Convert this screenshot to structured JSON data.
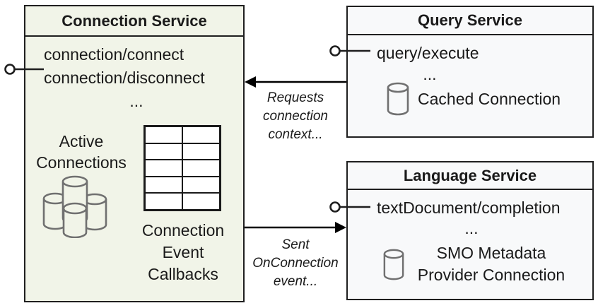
{
  "canvas": {
    "background": "#ffffff",
    "border_color": "#1f1f1f",
    "text_color": "#1a1a1a"
  },
  "connection_service": {
    "title": "Connection Service",
    "fill": "#f1f4e8",
    "methods": [
      "connection/connect",
      "connection/disconnect"
    ],
    "ellipsis": "...",
    "active_connections_label": "Active Connections",
    "callbacks_label": "Connection Event Callbacks",
    "grid": {
      "rows": 5,
      "cols": 2
    },
    "icons": {
      "active_connections": "database-cluster-icon",
      "callbacks": "table-grid-icon",
      "interface": "lollipop-connector-icon"
    }
  },
  "query_service": {
    "title": "Query Service",
    "fill": "#f8f9fa",
    "methods": [
      "query/execute"
    ],
    "ellipsis": "...",
    "connection_label": "Cached Connection",
    "icons": {
      "connection": "database-icon",
      "interface": "lollipop-connector-icon"
    }
  },
  "language_service": {
    "title": "Language Service",
    "fill": "#f8f9fa",
    "methods": [
      "textDocument/completion"
    ],
    "ellipsis": "...",
    "connection_label": "SMO Metadata Provider Connection",
    "icons": {
      "connection": "database-icon",
      "interface": "lollipop-connector-icon"
    }
  },
  "connectors": {
    "requests_arrow_label": "Requests connection context...",
    "sent_arrow_label": "Sent OnConnection event...",
    "arrow_color": "#000000",
    "cylinder_stroke": "#707070"
  }
}
